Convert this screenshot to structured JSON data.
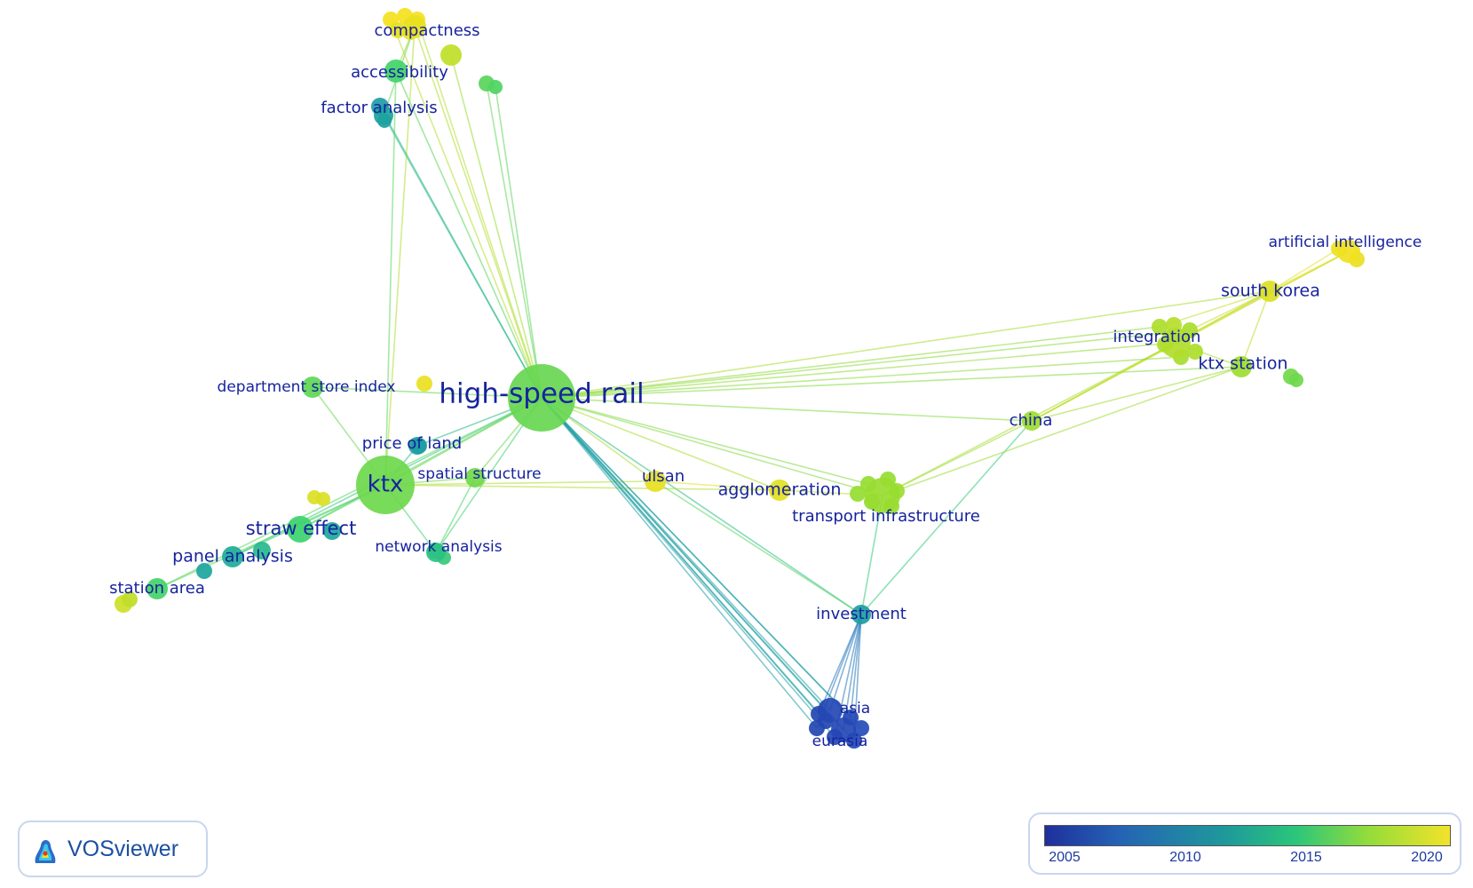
{
  "app": "VOSviewer",
  "nodes": [
    {
      "id": "hsr",
      "label": "high-speed rail",
      "year": 2016.2
    },
    {
      "id": "ktx",
      "label": "ktx",
      "year": 2016.4
    },
    {
      "id": "compactness",
      "label": "compactness",
      "year": 2020.5
    },
    {
      "id": "accessibility",
      "label": "accessibility",
      "year": 2015.2
    },
    {
      "id": "factor",
      "label": "factor analysis",
      "year": 2011.5
    },
    {
      "id": "dept",
      "label": "department store index",
      "year": 2016.0
    },
    {
      "id": "price",
      "label": "price of land",
      "year": 2011.0
    },
    {
      "id": "spatial",
      "label": "spatial structure",
      "year": 2016.5
    },
    {
      "id": "network_an",
      "label": "network analysis",
      "year": 2014.0
    },
    {
      "id": "straw",
      "label": "straw effect",
      "year": 2015.0
    },
    {
      "id": "panel",
      "label": "panel analysis",
      "year": 2012.5
    },
    {
      "id": "station",
      "label": "station area",
      "year": 2015.2
    },
    {
      "id": "ulsan",
      "label": "ulsan",
      "year": 2020.5
    },
    {
      "id": "agglom",
      "label": "agglomeration",
      "year": 2020.3
    },
    {
      "id": "transport",
      "label": "transport infrastructure",
      "year": 2017.6
    },
    {
      "id": "china",
      "label": "china",
      "year": 2017.8
    },
    {
      "id": "integration",
      "label": "integration",
      "year": 2018.5
    },
    {
      "id": "ktxstation",
      "label": "ktx station",
      "year": 2017.8
    },
    {
      "id": "southkorea",
      "label": "south korea",
      "year": 2020.0
    },
    {
      "id": "ai",
      "label": "artificial intelligence",
      "year": 2020.8
    },
    {
      "id": "investment",
      "label": "investment",
      "year": 2011.0
    },
    {
      "id": "asia",
      "label": "asia",
      "year": 2005.8
    },
    {
      "id": "eurasia",
      "label": "eurasia",
      "year": 2005.8
    }
  ],
  "legend": {
    "ticks": [
      "2005",
      "2010",
      "2015",
      "2020"
    ],
    "range": [
      2004,
      2021
    ]
  }
}
